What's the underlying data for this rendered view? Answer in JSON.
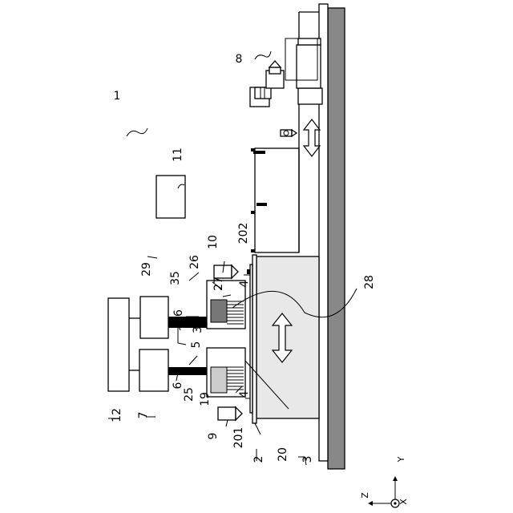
{
  "figure": {
    "labels": {
      "l1": "1",
      "l2": "2",
      "l3": "3",
      "l4a": "4",
      "l4b": "4",
      "l5": "5",
      "l6": "6",
      "l7": "7",
      "l8": "8",
      "l9": "9",
      "l10": "10",
      "l11": "11",
      "l12": "12",
      "l19": "19",
      "l20": "20",
      "l25": "25",
      "l26": "26",
      "l27": "27",
      "l28": "28",
      "l29": "29",
      "l30": "30",
      "l35": "35",
      "l36": "36",
      "l201": "201",
      "l202": "202"
    },
    "axes": {
      "x": "X",
      "y": "Y",
      "z": "Z"
    },
    "colors": {
      "rail": "#888888",
      "stage": "#e8e8e8",
      "nozzle_dark": "#777777",
      "nozzle_light": "#cccccc",
      "tube": "#000000"
    }
  }
}
